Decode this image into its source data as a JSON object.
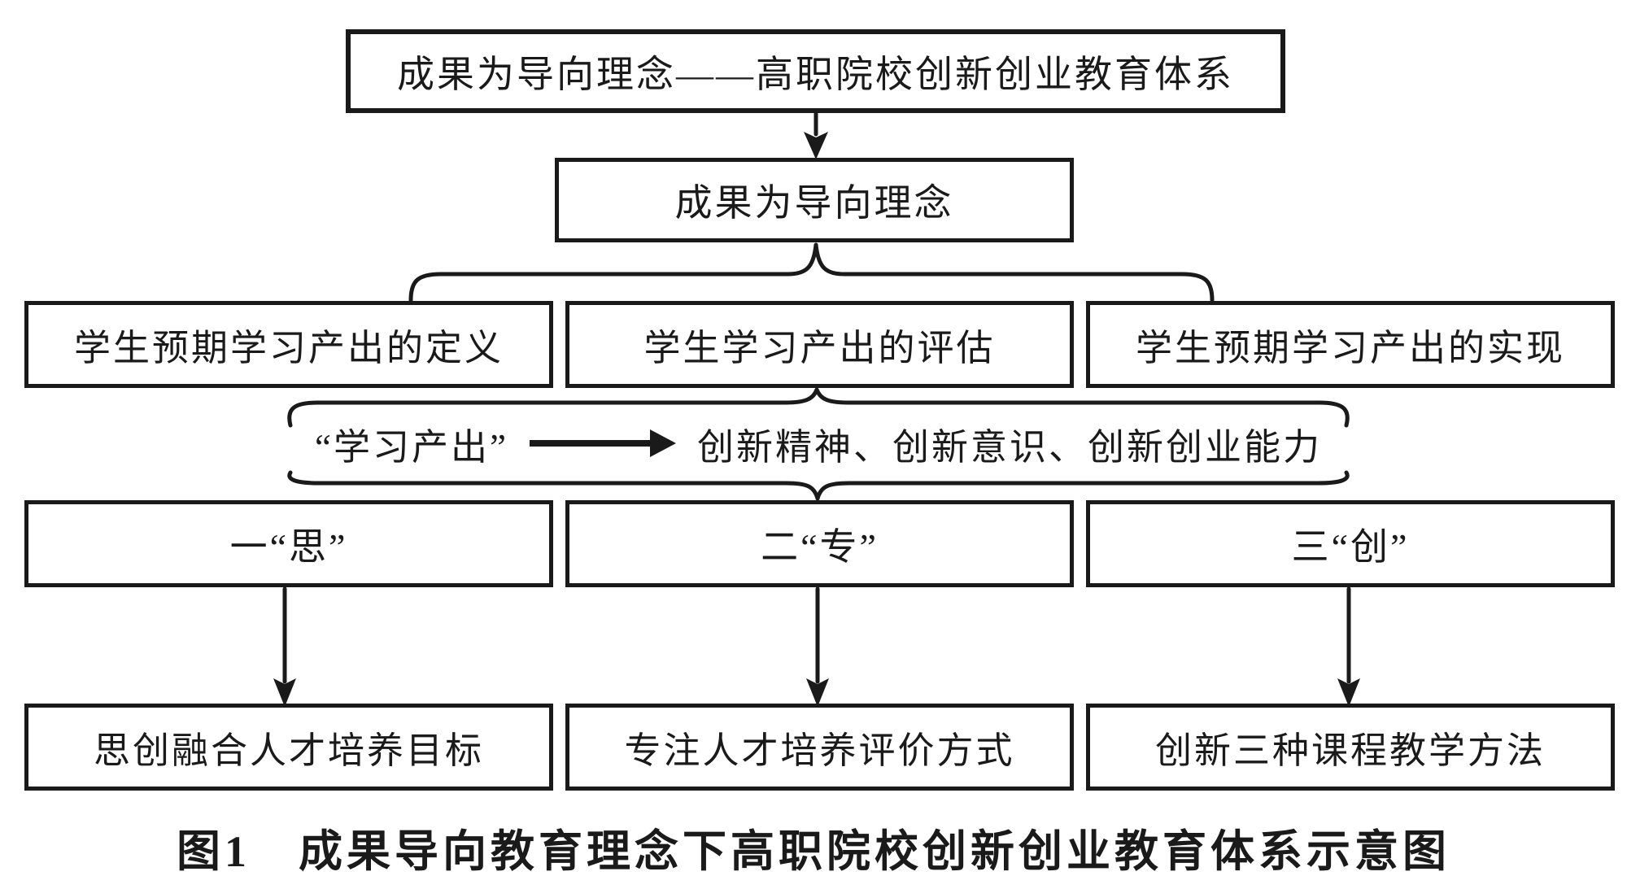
{
  "diagram": {
    "root": "成果为导向理念——高职院校创新创业教育体系",
    "concept": "成果为导向理念",
    "branches": [
      "学生预期学习产出的定义",
      "学生学习产出的评估",
      "学生预期学习产出的实现"
    ],
    "output": {
      "label": "“学习产出”",
      "items": "创新精神、创新意识、创新创业能力"
    },
    "pillars": [
      "一“思”",
      "二“专”",
      "三“创”"
    ],
    "outcomes": [
      "思创融合人才培养目标",
      "专注人才培养评价方式",
      "创新三种课程教学方法"
    ],
    "caption": "图1　成果导向教育理念下高职院校创新创业教育体系示意图",
    "colors": {
      "line": "#1a1a1a",
      "background": "#ffffff",
      "text": "#1a1a1a"
    }
  }
}
